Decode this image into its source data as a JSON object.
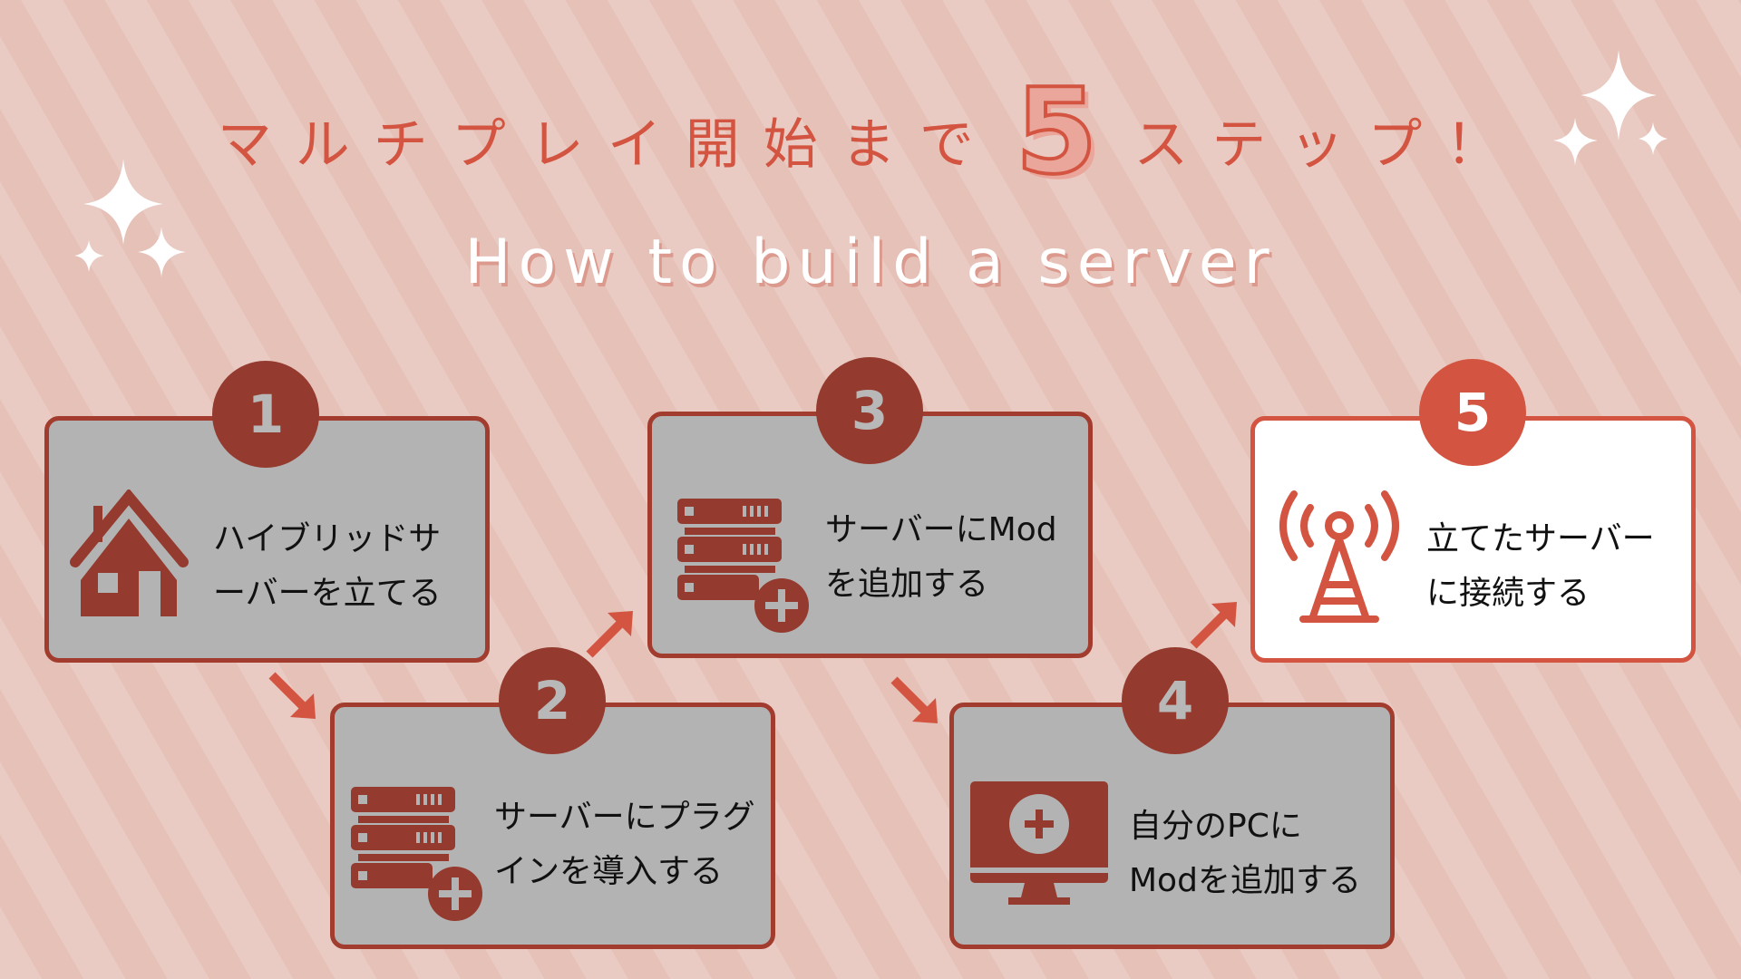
{
  "title": {
    "before": "マルチプレイ開始まで",
    "number": "5",
    "after": "ステップ！"
  },
  "subtitle": "How to build a server",
  "steps": [
    {
      "num": "1",
      "line1": "ハイブリッドサ",
      "line2": "ーバーを立てる",
      "icon": "house-icon"
    },
    {
      "num": "2",
      "line1": "サーバーにプラグ",
      "line2": "インを導入する",
      "icon": "server-add-icon"
    },
    {
      "num": "3",
      "line1": "サーバーにMod",
      "line2": "を追加する",
      "icon": "server-add-icon"
    },
    {
      "num": "4",
      "line1": "自分のPCに",
      "line2": "Modを追加する",
      "icon": "monitor-add-icon"
    },
    {
      "num": "5",
      "line1": "立てたサーバー",
      "line2": "に接続する",
      "icon": "antenna-icon"
    }
  ],
  "colors": {
    "dark": "#943a2e",
    "accent": "#d35440",
    "card": "#b3b3b3"
  }
}
